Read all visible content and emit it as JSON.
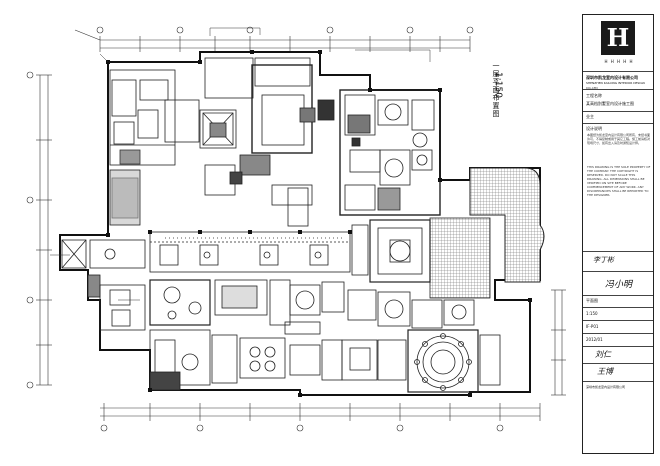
{
  "drawing": {
    "title": "一层平面布置图",
    "scale": "1:150"
  },
  "title_block": {
    "logo_letter": "H",
    "logo_caption": "H H H H H",
    "company_cn": "深圳市凯龙室内设计有限公司",
    "company_en": "SHENZHEN KAILONG INTERIOR DESIGN CO.,LTD",
    "project_label": "工程名称",
    "project_name": "某高档别墅室内设计施工图",
    "client_label": "业主",
    "notes_label": "设计说明",
    "notes_cn": "本图纸为凯龙室内设计有限公司所有，未经书面许可，不得复制或用于其它工程。施工前请核对现场尺寸，如有出入请及时通知设计师。",
    "notes_en": "THIS DRAWING IS THE SOLE PROPERTY OF THE COMPANY. THE COPYRIGHT IS RESERVED. DO NOT SCALE THIS DRAWING. ALL DIMENSIONS SHALL BE VERIFIED ON SITE BEFORE COMMENCEMENT OF ANY WORK. ANY DISCREPANCIES SHALL BE REPORTED TO THE DESIGNER.",
    "signature_1": "李丁彬",
    "signature_2": "冯小明",
    "drawing_name": "平面图",
    "scale": "1:150",
    "drawing_no": "IF-P01",
    "date": "2012/01",
    "signature_3": "刘仁",
    "signature_4": "王博",
    "footer": "深圳市凯龙室内设计有限公司"
  }
}
